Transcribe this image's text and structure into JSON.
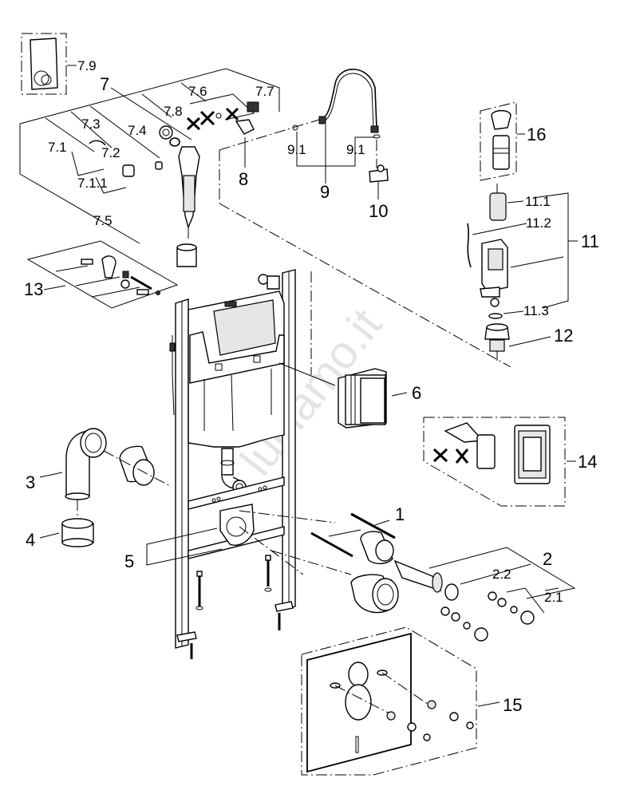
{
  "diagram": {
    "title": "Exploded parts diagram – wall-hung WC installation frame",
    "watermark": "luciamo.it",
    "labels": {
      "p1": "1",
      "p2": "2",
      "p2_1": "2.1",
      "p2_2": "2.2",
      "p3": "3",
      "p4": "4",
      "p5": "5",
      "p6": "6",
      "p7": "7",
      "p7_1": "7.1",
      "p7_1_1": "7.1.1",
      "p7_2": "7.2",
      "p7_3": "7.3",
      "p7_4": "7.4",
      "p7_5": "7.5",
      "p7_6": "7.6",
      "p7_7": "7.7",
      "p7_8": "7.8",
      "p7_9": "7.9",
      "p8": "8",
      "p9": "9",
      "p9_1a": "9.1",
      "p9_1b": "9.1",
      "p10": "10",
      "p11": "11",
      "p11_1": "11.1",
      "p11_2": "11.2",
      "p11_3": "11.3",
      "p12": "12",
      "p13": "13",
      "p14": "14",
      "p15": "15",
      "p16": "16"
    }
  }
}
